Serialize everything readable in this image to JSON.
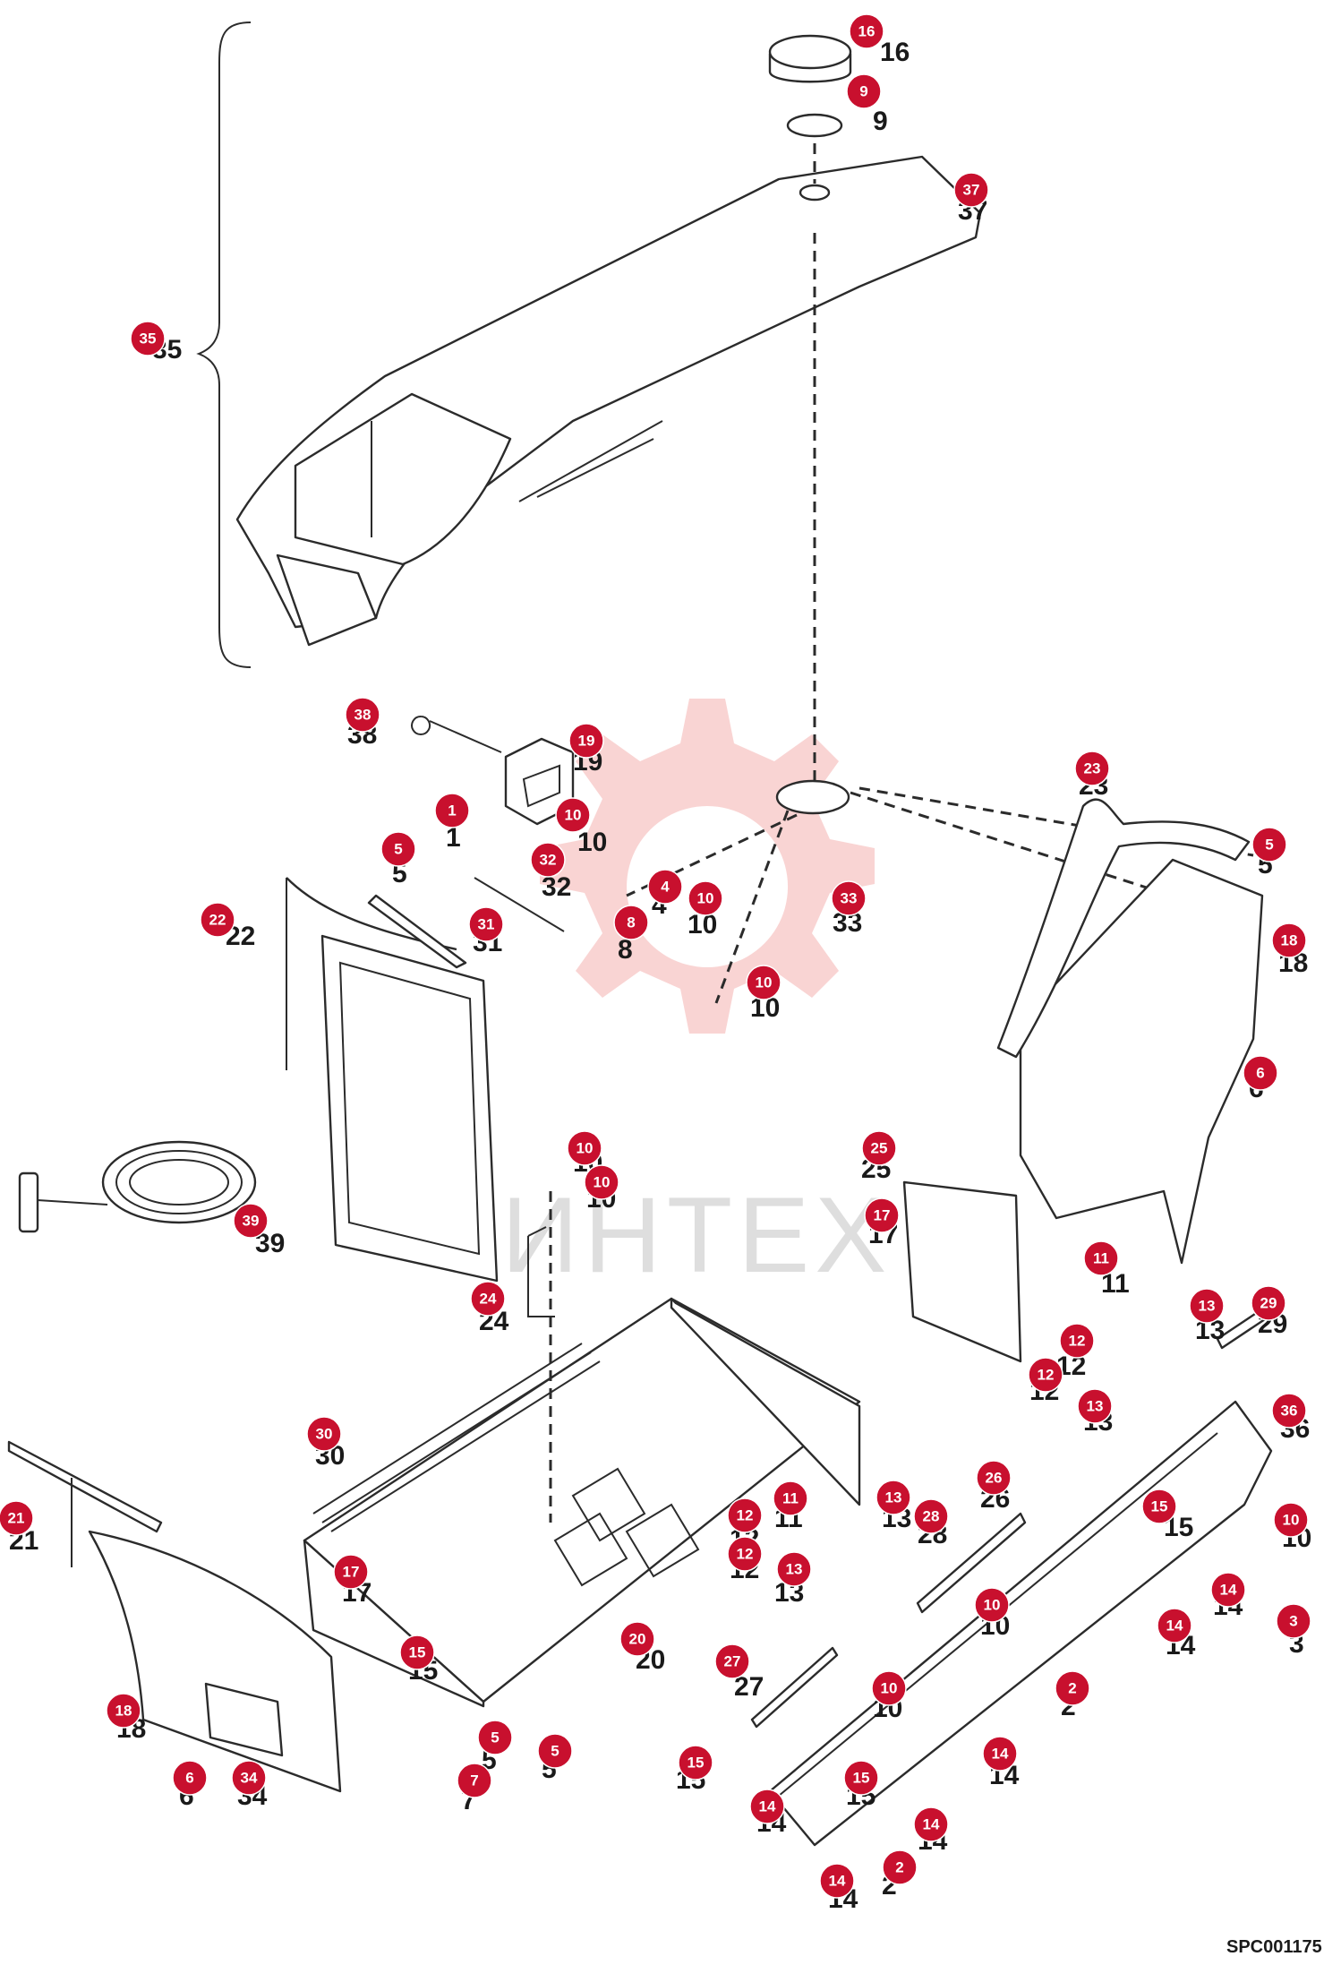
{
  "drawing_code": "SPC001175",
  "watermark": {
    "text": "ИНТЕХ"
  },
  "colors": {
    "callout": "#c8102e",
    "line": "#2b2b2b",
    "watermark": "#e53935"
  },
  "callouts": [
    {
      "n": "16",
      "label": "16"
    },
    {
      "n": "9",
      "label": "9"
    },
    {
      "n": "37",
      "label": "37"
    },
    {
      "n": "35",
      "label": "35"
    },
    {
      "n": "38",
      "label": "38"
    },
    {
      "n": "19",
      "label": "19"
    },
    {
      "n": "1",
      "label": "1"
    },
    {
      "n": "10",
      "label": "10"
    },
    {
      "n": "5",
      "label": "5"
    },
    {
      "n": "32",
      "label": "32"
    },
    {
      "n": "22",
      "label": "22"
    },
    {
      "n": "31",
      "label": "31"
    },
    {
      "n": "4",
      "label": "4"
    },
    {
      "n": "8",
      "label": "8"
    },
    {
      "n": "10",
      "label": "10"
    },
    {
      "n": "10",
      "label": "10"
    },
    {
      "n": "33",
      "label": "33"
    },
    {
      "n": "23",
      "label": "23"
    },
    {
      "n": "5",
      "label": "5"
    },
    {
      "n": "18",
      "label": "18"
    },
    {
      "n": "6",
      "label": "6"
    },
    {
      "n": "39",
      "label": "39"
    },
    {
      "n": "10",
      "label": "10"
    },
    {
      "n": "10",
      "label": "10"
    },
    {
      "n": "25",
      "label": "25"
    },
    {
      "n": "17",
      "label": "17"
    },
    {
      "n": "24",
      "label": "24"
    },
    {
      "n": "11",
      "label": "11"
    },
    {
      "n": "13",
      "label": "13"
    },
    {
      "n": "29",
      "label": "29"
    },
    {
      "n": "12",
      "label": "12"
    },
    {
      "n": "12",
      "label": "12"
    },
    {
      "n": "13",
      "label": "13"
    },
    {
      "n": "36",
      "label": "36"
    },
    {
      "n": "30",
      "label": "30"
    },
    {
      "n": "21",
      "label": "21"
    },
    {
      "n": "11",
      "label": "11"
    },
    {
      "n": "13",
      "label": "13"
    },
    {
      "n": "28",
      "label": "28"
    },
    {
      "n": "26",
      "label": "26"
    },
    {
      "n": "15",
      "label": "15"
    },
    {
      "n": "10",
      "label": "10"
    },
    {
      "n": "17",
      "label": "17"
    },
    {
      "n": "12",
      "label": "12"
    },
    {
      "n": "12",
      "label": "12"
    },
    {
      "n": "13",
      "label": "13"
    },
    {
      "n": "10",
      "label": "10"
    },
    {
      "n": "14",
      "label": "14"
    },
    {
      "n": "3",
      "label": "3"
    },
    {
      "n": "14",
      "label": "14"
    },
    {
      "n": "15",
      "label": "15"
    },
    {
      "n": "20",
      "label": "20"
    },
    {
      "n": "27",
      "label": "27"
    },
    {
      "n": "10",
      "label": "10"
    },
    {
      "n": "2",
      "label": "2"
    },
    {
      "n": "18",
      "label": "18"
    },
    {
      "n": "5",
      "label": "5"
    },
    {
      "n": "5",
      "label": "5"
    },
    {
      "n": "6",
      "label": "6"
    },
    {
      "n": "34",
      "label": "34"
    },
    {
      "n": "7",
      "label": "7"
    },
    {
      "n": "15",
      "label": "15"
    },
    {
      "n": "15",
      "label": "15"
    },
    {
      "n": "14",
      "label": "14"
    },
    {
      "n": "14",
      "label": "14"
    },
    {
      "n": "14",
      "label": "14"
    },
    {
      "n": "2",
      "label": "2"
    },
    {
      "n": "14",
      "label": "14"
    }
  ]
}
